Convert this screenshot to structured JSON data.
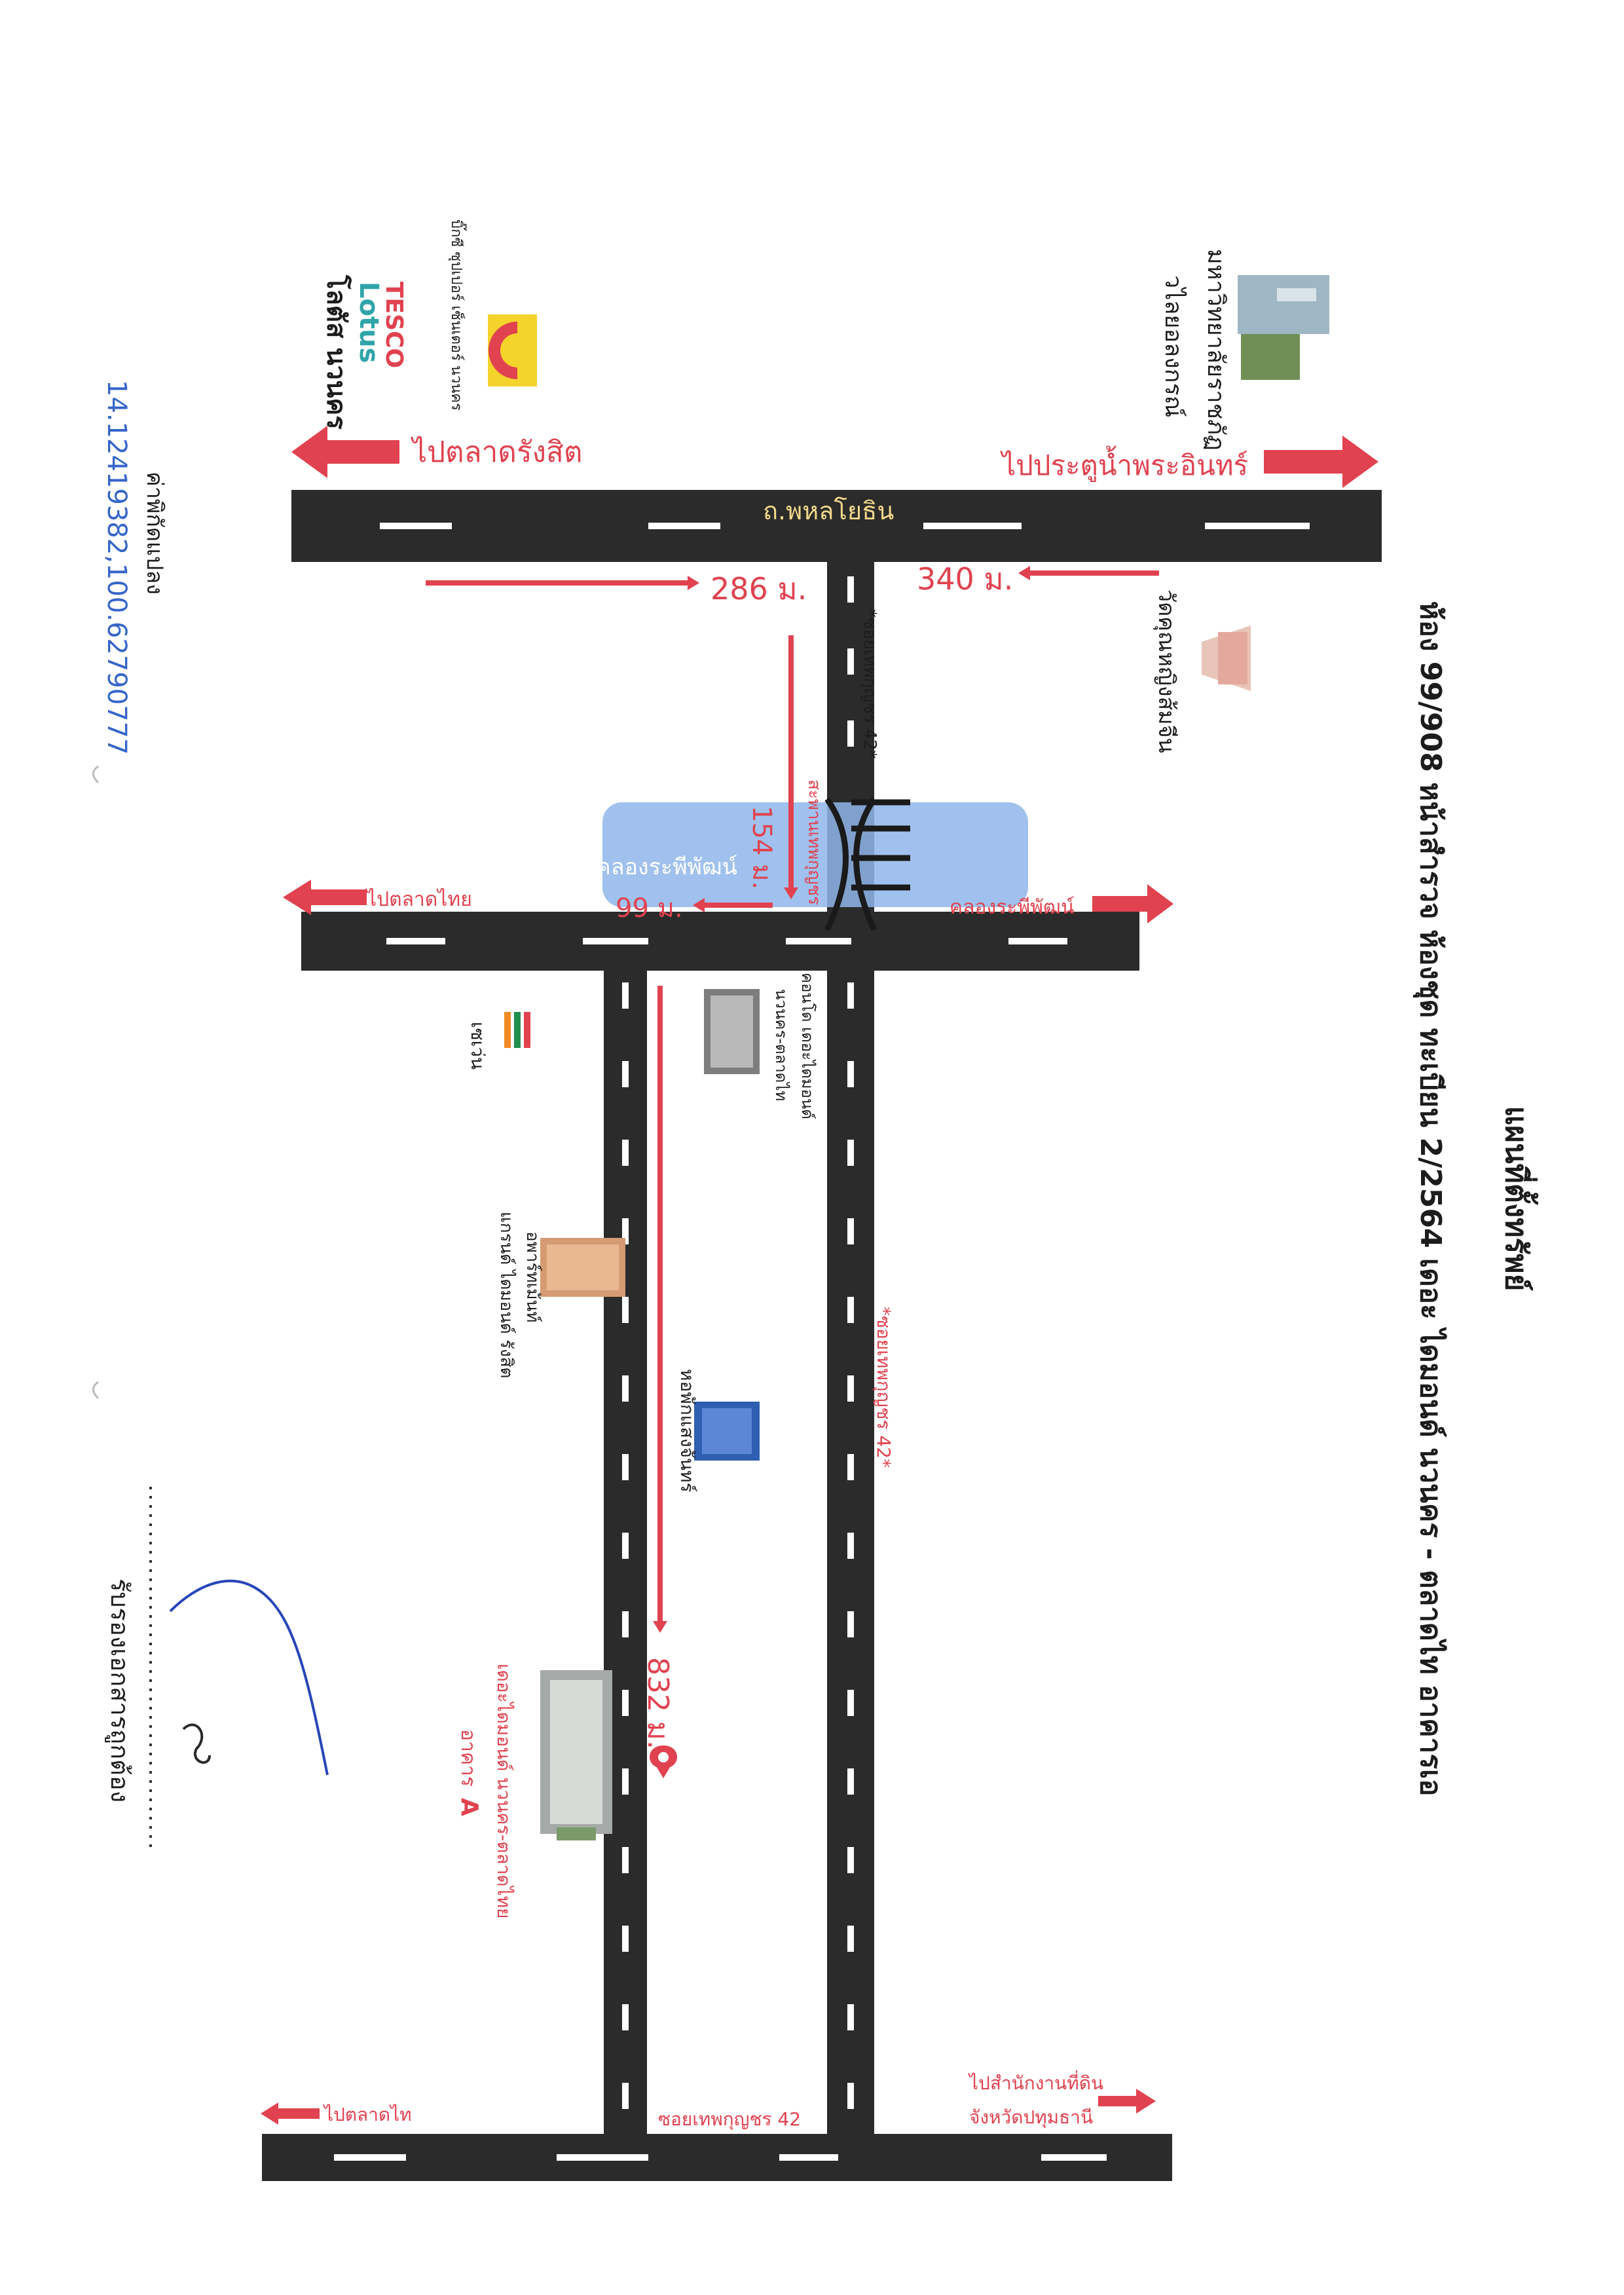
{
  "header": {
    "title": "แผนที่ตั้งทรัพย์",
    "subtitle": "ห้อง 99/908 หน้าสำรวจ ห้องชุด ทะเบียน 2/2564 เดอะ ไดมอนด์ นวนคร - ตลาดไท อาคารเอ"
  },
  "roads": {
    "main_road": "ถ.พหลโยธิน",
    "canal_road_left": "คลองระพีพัฒน์",
    "canal_road_right": "คลองระพีพัฒน์",
    "soi_name": "*ซอยเทพกุญชร 42*",
    "soi_name_lower": "*ซอยเทพกุญชร 42*",
    "soi_bottom": "ซอยเทพกุญชร 42",
    "bridge": "สะพานเทพกุญชร",
    "canal": "คลองระพีพัฒน์"
  },
  "directions": {
    "to_rangsit_market": "ไปตลาดรังสิต",
    "to_pratunam_phra_in": "ไปประตูน้ำพระอินทร์",
    "to_talad_thai_1": "ไปตลาดไทย",
    "to_talad_thai_2": "ไปตลาดไท",
    "to_land_office_1": "ไปสำนักงานที่ดิน",
    "to_land_office_2": "จังหวัดปทุมธานี"
  },
  "distances": {
    "d1": "286 ม.",
    "d2": "340 ม.",
    "d3": "154 ม.",
    "d4": "99 ม.",
    "d5": "832 ม."
  },
  "landmarks": {
    "tesco_brand_1": "TESCO",
    "tesco_brand_2": "Lotus",
    "tesco_name": "โลตัส นวนคร",
    "bigc": "บิ๊กซี ซุปเปอร์ เซ็นเตอร์ นวนคร",
    "university_1": "มหาวิทยาลัยราชภัฏ",
    "university_2": "วไลยอลงกรณ์",
    "temple": "วัดคุณหญิงส้มจีน",
    "seven_eleven": "เซเว่น",
    "condo_1": "คอนโด เดอะไดมอนด์",
    "condo_2": "นวนคร-ตลาดไท",
    "apartment_1": "อพาร์ทเม้นท์",
    "apartment_2": "แกรนด์ ไดมอนด์ รังสิต",
    "dorm": "หอพักแสงจันทร์",
    "target_1": "เดอะไดมอนด์ นวนคร-ตลาดไทย",
    "target_2": "อาคาร",
    "target_3": "A"
  },
  "coordinates": {
    "label": "ค่าพิกัดแปลง",
    "value": "14.12419382,100.62790777"
  },
  "certification": {
    "text": "รับรองเอกสารถูกต้อง"
  },
  "colors": {
    "road": "#2b2b2b",
    "accent_red": "#e0424f",
    "canal_blue": "#8fb6ea",
    "coord_blue": "#3565c9"
  }
}
